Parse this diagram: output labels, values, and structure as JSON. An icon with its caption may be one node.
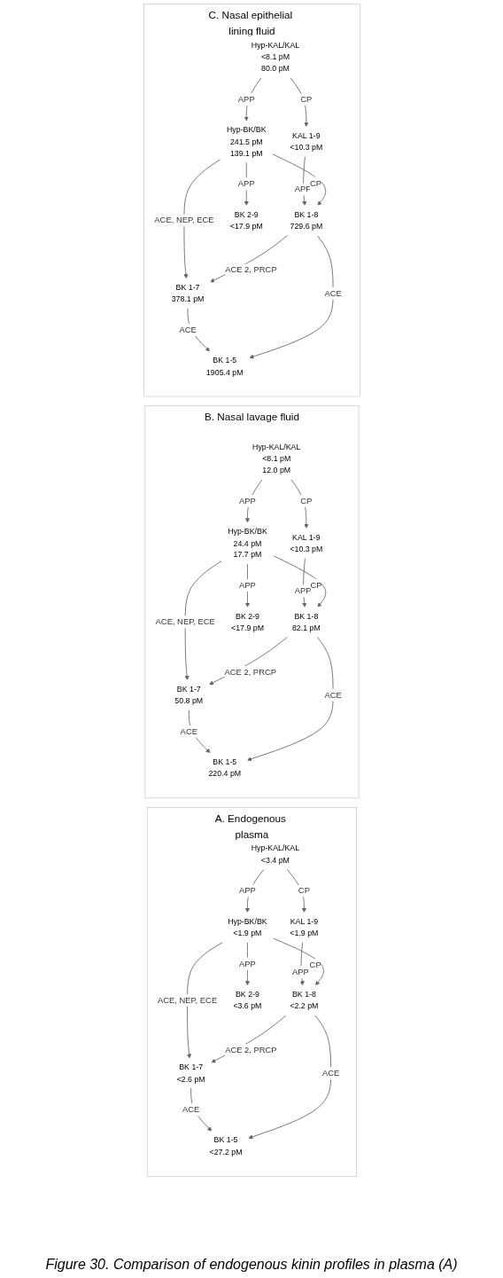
{
  "diagram": {
    "caption": "Figure 30. Comparison of endogenous kinin profiles in plasma (A)",
    "nodes": [
      {
        "text": [
          "A. Endogenous plasma"
        ]
      },
      {
        "text": [
          "Hyp-KAL/KAL",
          "<3.4 pM"
        ],
        "in": 0
      },
      {
        "text": [
          "KAL 1-9",
          "<1.9 pM"
        ],
        "in": 0
      },
      {
        "text": [
          "Hyp-BK/BK",
          "<1.9 pM"
        ],
        "in": 0
      },
      {
        "text": [
          "BK 1-8",
          "<2.2 pM"
        ],
        "in": 0
      },
      {
        "text": [
          "BK 1-7",
          "<2.6 pM"
        ],
        "in": 0
      },
      {
        "text": [
          "BK 2-9",
          "<3.6 pM"
        ],
        "in": 0
      },
      {
        "text": [
          "BK 1-5",
          "<27.2 pM"
        ],
        "in": 0
      },
      {
        "text": [
          "B. Nasal lavage fluid"
        ]
      },
      {
        "text": [
          "Hyp-KAL/KAL",
          "<8.1 pM",
          "12.0 pM"
        ],
        "in": 8
      },
      {
        "text": [
          "KAL 1-9",
          "<10.3 pM"
        ],
        "in": 8
      },
      {
        "text": [
          "Hyp-BK/BK",
          "24.4 pM",
          "17.7 pM"
        ],
        "in": 8
      },
      {
        "text": [
          "BK 1-8",
          "82.1 pM"
        ],
        "in": 8
      },
      {
        "text": [
          "BK 1-7",
          "50.8 pM"
        ],
        "in": 8
      },
      {
        "text": [
          "BK 2-9",
          "<17.9 pM"
        ],
        "in": 8
      },
      {
        "text": [
          "BK 1-5",
          "220.4 pM"
        ],
        "in": 8
      },
      {
        "text": [
          "C. Nasal epithelial lining fluid"
        ]
      },
      {
        "text": [
          "Hyp-KAL/KAL",
          "<8.1 pM",
          "80.0 pM"
        ],
        "in": 16
      },
      {
        "text": [
          "KAL 1-9",
          "<10.3 pM"
        ],
        "in": 16
      },
      {
        "text": [
          "Hyp-BK/BK",
          "241.5 pM",
          "139.1 pM"
        ],
        "in": 16
      },
      {
        "text": [
          "BK 1-8",
          "729.6 pM"
        ],
        "in": 16
      },
      {
        "text": [
          "BK 1-7",
          "378.1 pM"
        ],
        "in": 16
      },
      {
        "text": [
          "BK 2-9",
          "<17.9 pM"
        ],
        "in": 16
      },
      {
        "text": [
          "BK 1-5",
          "1905.4 pM"
        ],
        "in": 16
      }
    ],
    "edges": [
      {
        "from": 1,
        "to": 2,
        "arrow": "to",
        "label": "CP"
      },
      {
        "from": 1,
        "to": 3,
        "arrow": "to",
        "label": "APP"
      },
      {
        "from": 2,
        "to": 4,
        "arrow": "to",
        "label": "APP"
      },
      {
        "from": 3,
        "to": 4,
        "arrow": "to",
        "label": "CP"
      },
      {
        "from": 3,
        "to": 5,
        "arrow": "to",
        "label": "ACE, NEP, ECE"
      },
      {
        "from": 3,
        "to": 6,
        "arrow": "to",
        "label": "APP"
      },
      {
        "from": 4,
        "to": 5,
        "arrow": "to",
        "label": "ACE 2, PRCP"
      },
      {
        "from": 5,
        "to": 7,
        "arrow": "to",
        "label": "ACE"
      },
      {
        "from": 4,
        "to": 7,
        "arrow": "to",
        "label": "ACE"
      },
      {
        "from": 9,
        "to": 10,
        "arrow": "to",
        "label": "CP"
      },
      {
        "from": 9,
        "to": 11,
        "arrow": "to",
        "label": "APP"
      },
      {
        "from": 10,
        "to": 12,
        "arrow": "to",
        "label": "APP"
      },
      {
        "from": 11,
        "to": 12,
        "arrow": "to",
        "label": "CP"
      },
      {
        "from": 11,
        "to": 13,
        "arrow": "to",
        "label": "ACE, NEP, ECE"
      },
      {
        "from": 11,
        "to": 14,
        "arrow": "to",
        "label": "APP"
      },
      {
        "from": 12,
        "to": 13,
        "arrow": "to",
        "label": "ACE 2, PRCP"
      },
      {
        "from": 13,
        "to": 15,
        "arrow": "to",
        "label": "ACE"
      },
      {
        "from": 12,
        "to": 15,
        "arrow": "to",
        "label": "ACE"
      },
      {
        "from": 17,
        "to": 18,
        "arrow": "to",
        "label": "CP"
      },
      {
        "from": 17,
        "to": 19,
        "arrow": "to",
        "label": "APP"
      },
      {
        "from": 18,
        "to": 20,
        "arrow": "to",
        "label": "APP"
      },
      {
        "from": 19,
        "to": 20,
        "arrow": "to",
        "label": "CP"
      },
      {
        "from": 19,
        "to": 21,
        "arrow": "to",
        "label": "ACE, NEP, ECE"
      },
      {
        "from": 19,
        "to": 22,
        "arrow": "to",
        "label": "APP"
      },
      {
        "from": 20,
        "to": 21,
        "arrow": "to",
        "label": "ACE 2, PRCP"
      },
      {
        "from": 21,
        "to": 23,
        "arrow": "to",
        "label": "ACE"
      },
      {
        "from": 20,
        "to": 23,
        "arrow": "to",
        "label": "ACE"
      }
    ]
  }
}
